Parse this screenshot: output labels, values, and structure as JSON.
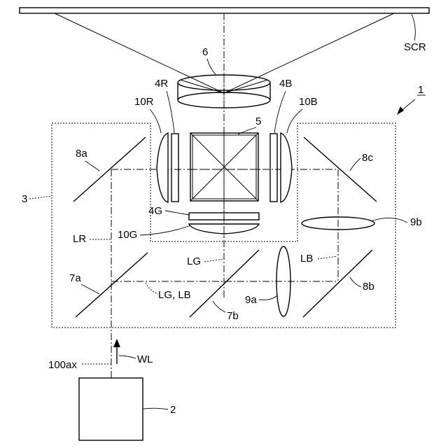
{
  "labels": {
    "scr": "SCR",
    "projection_lens": "6",
    "device_number": "1",
    "panel_red": "4R",
    "panel_blue": "4B",
    "lens_red": "10R",
    "lens_blue": "10B",
    "prism": "5",
    "mirror_8a": "8a",
    "mirror_8c": "8c",
    "unit": "3",
    "panel_green": "4G",
    "lens_green": "10G",
    "lens_9b": "9b",
    "path_lr": "LR",
    "path_lg": "LG",
    "path_lb": "LB",
    "mirror_7a": "7a",
    "path_lg_lb": "LG, LB",
    "mirror_7b": "7b",
    "lens_9a": "9a",
    "mirror_8b": "8b",
    "axis_100ax": "100ax",
    "white_light": "WL",
    "light_source": "2"
  }
}
